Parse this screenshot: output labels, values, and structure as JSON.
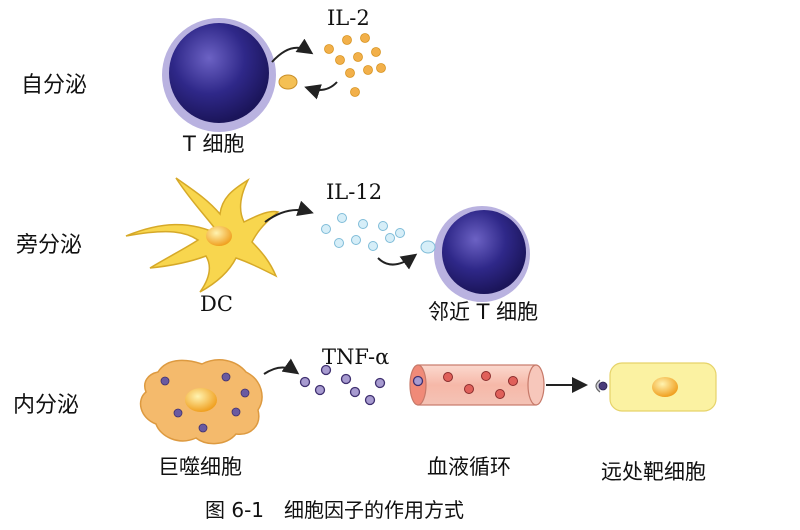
{
  "rows": {
    "autocrine": {
      "mode_label": "自分泌",
      "cytokine_label": "IL-2",
      "cell_label": "T 细胞"
    },
    "paracrine": {
      "mode_label": "旁分泌",
      "cytokine_label": "IL-12",
      "source_label": "DC",
      "target_label": "邻近 T 细胞"
    },
    "endocrine": {
      "mode_label": "内分泌",
      "cytokine_label": "TNF-α",
      "source_label": "巨噬细胞",
      "circulation_label": "血液循环",
      "target_label": "远处靶细胞"
    }
  },
  "caption": "图 6-1　细胞因子的作用方式",
  "colors": {
    "t_cell_core": "#2a237a",
    "t_cell_ring": "#a7a0d8",
    "il2_dot": "#f1b24a",
    "il12_dot": "#bfe3f2",
    "dc_body": "#f7d34a",
    "macrophage_body": "#f4b969",
    "tnf_dot": "#5a4a8a",
    "vessel": "#f7c9bd",
    "target_cell": "#fbf3a0"
  }
}
